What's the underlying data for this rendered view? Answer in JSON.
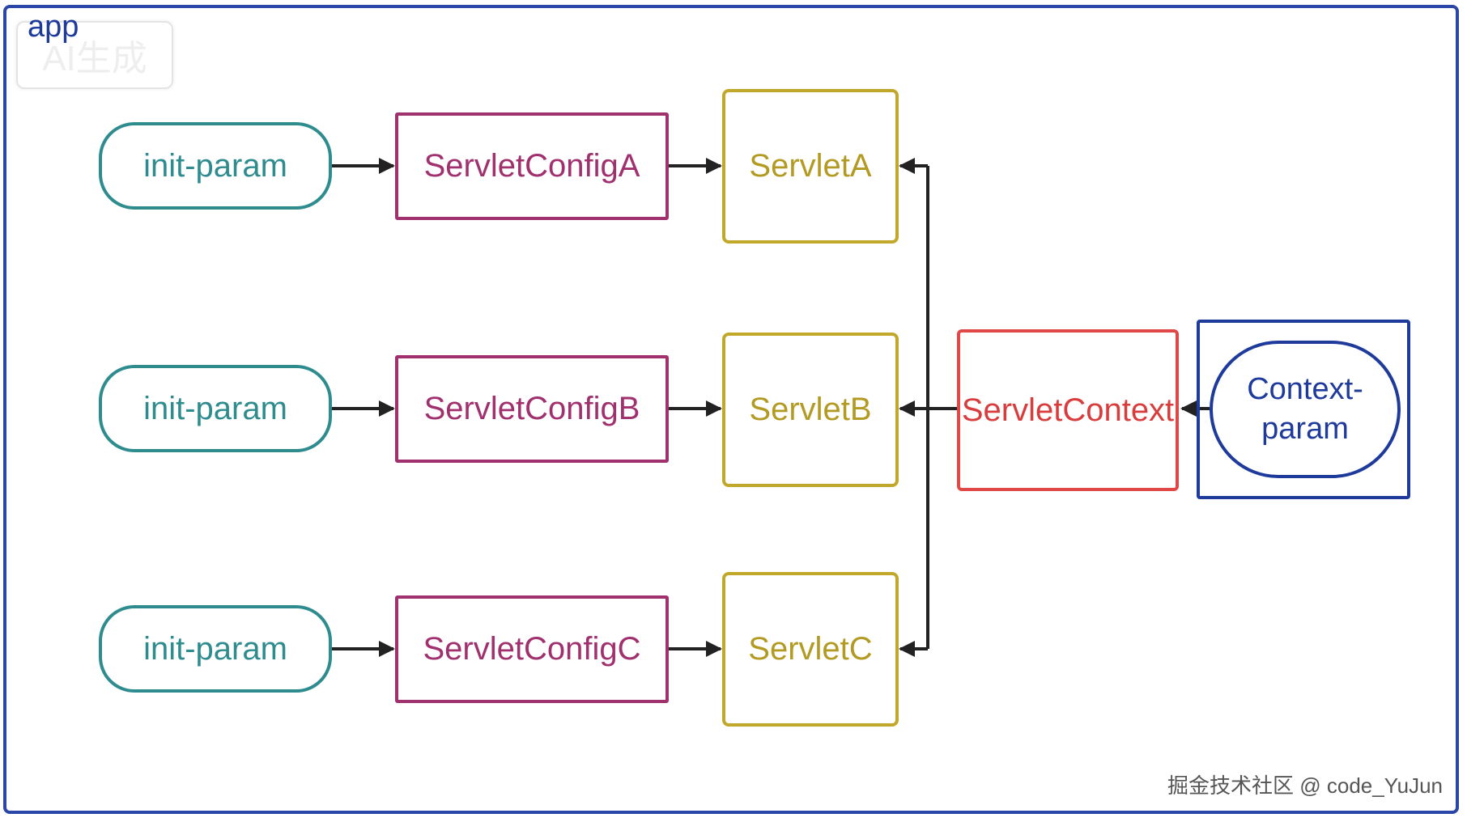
{
  "container": {
    "label": "app"
  },
  "badge": {
    "text": "AI生成"
  },
  "rows": [
    {
      "param": "init-param",
      "config": "ServletConfigA",
      "servlet": "ServletA"
    },
    {
      "param": "init-param",
      "config": "ServletConfigB",
      "servlet": "ServletB"
    },
    {
      "param": "init-param",
      "config": "ServletConfigC",
      "servlet": "ServletC"
    }
  ],
  "context": {
    "label": "ServletContext"
  },
  "context_param": {
    "line1": "Context-",
    "line2": "param"
  },
  "watermark": {
    "text": "掘金技术社区 @ code_YuJun"
  },
  "colors": {
    "frame": "#2a47a8",
    "init_param": "#2e8b8e",
    "servlet_config": "#a0306e",
    "servlet": "#c2a82a",
    "servlet_context": "#e04848",
    "context_param": "#1e3a9a",
    "arrow": "#222222"
  }
}
